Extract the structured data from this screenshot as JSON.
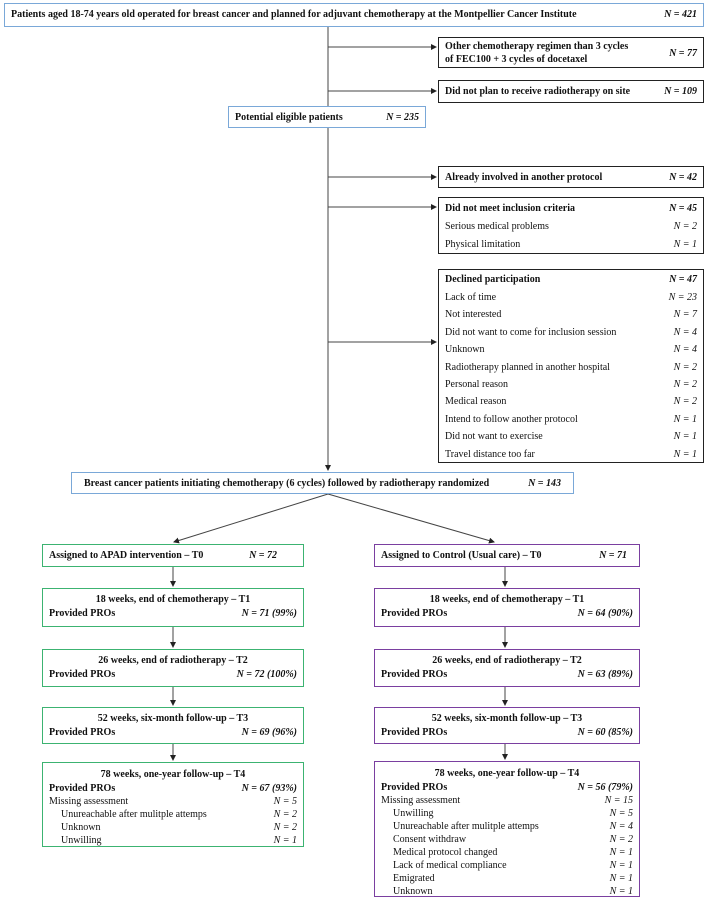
{
  "screening": {
    "label": "Patients aged 18-74 years old  operated for breast cancer and planned for adjuvant chemotherapy at the Montpellier Cancer Institute",
    "n": "N = 421"
  },
  "excl1": {
    "label_line1": "Other chemotherapy regimen than 3 cycles",
    "label_line2": "of FEC100 + 3 cycles of docetaxel",
    "n": "N = 77"
  },
  "excl2": {
    "label": "Did not plan to receive radiotherapy on site",
    "n": "N = 109"
  },
  "eligible": {
    "label": "Potential eligible patients",
    "n": "N = 235"
  },
  "excl3": {
    "label": "Already involved in another protocol",
    "n": "N = 42"
  },
  "excl4": {
    "label": "Did not meet inclusion criteria",
    "n": "N = 45",
    "items": [
      {
        "label": "Serious medical problems",
        "n": "N = 2"
      },
      {
        "label": "Physical limitation",
        "n": "N = 1"
      }
    ]
  },
  "excl5": {
    "label": "Declined participation",
    "n": "N = 47",
    "items": [
      {
        "label": "Lack of time",
        "n": "N = 23"
      },
      {
        "label": "Not interested",
        "n": "N = 7"
      },
      {
        "label": "Did not want to come for inclusion session",
        "n": "N = 4"
      },
      {
        "label": "Unknown",
        "n": "N = 4"
      },
      {
        "label": "Radiotherapy  planned in another hospital",
        "n": "N = 2"
      },
      {
        "label": "Personal reason",
        "n": "N = 2"
      },
      {
        "label": "Medical reason",
        "n": "N = 2"
      },
      {
        "label": "Intend to follow another protocol",
        "n": "N = 1"
      },
      {
        "label": "Did not want to exercise",
        "n": "N = 1"
      },
      {
        "label": "Travel distance too far",
        "n": "N = 1"
      }
    ]
  },
  "randomized": {
    "label": "Breast cancer patients initiating chemotherapy (6 cycles) followed by radiotherapy randomized",
    "n": "N = 143"
  },
  "colors": {
    "blue": "#7aa8d8",
    "green": "#3cb371",
    "purple": "#7a3fa0"
  },
  "provided_label": "Provided PROs",
  "missing_label": "Missing assessment",
  "intervention": {
    "t0": {
      "label": "Assigned to APAD intervention – T0",
      "n": "N = 72"
    },
    "t1": {
      "title": "18 weeks, end of chemotherapy – T1",
      "n": "N = 71 (99%)"
    },
    "t2": {
      "title": "26 weeks, end of radiotherapy – T2",
      "n": "N = 72 (100%)"
    },
    "t3": {
      "title": "52 weeks, six-month follow-up – T3",
      "n": "N = 69 (96%)"
    },
    "t4": {
      "title": "78 weeks, one-year follow-up – T4",
      "n": "N = 67 (93%)",
      "missing_n": "N = 5",
      "items": [
        {
          "label": "Unureachable after mulitple attemps",
          "n": "N = 2"
        },
        {
          "label": "Unknown",
          "n": "N = 2"
        },
        {
          "label": "Unwilling",
          "n": "N = 1"
        }
      ]
    }
  },
  "control": {
    "t0": {
      "label": "Assigned to Control (Usual care) – T0",
      "n": "N = 71"
    },
    "t1": {
      "title": "18 weeks, end of chemotherapy – T1",
      "n": "N = 64 (90%)"
    },
    "t2": {
      "title": "26 weeks, end of radiotherapy – T2",
      "n": "N = 63 (89%)"
    },
    "t3": {
      "title": "52 weeks, six-month follow-up – T3",
      "n": "N = 60 (85%)"
    },
    "t4": {
      "title": "78 weeks, one-year follow-up – T4",
      "n": "N = 56 (79%)",
      "missing_n": "N = 15",
      "items": [
        {
          "label": "Unwilling",
          "n": "N = 5"
        },
        {
          "label": "Unureachable after mulitple attemps",
          "n": "N = 4"
        },
        {
          "label": "Consent withdraw",
          "n": "N = 2"
        },
        {
          "label": "Medical protocol changed",
          "n": "N = 1"
        },
        {
          "label": "Lack of medical compliance",
          "n": "N = 1"
        },
        {
          "label": "Emigrated",
          "n": "N = 1"
        },
        {
          "label": "Unknown",
          "n": "N = 1"
        }
      ]
    }
  }
}
